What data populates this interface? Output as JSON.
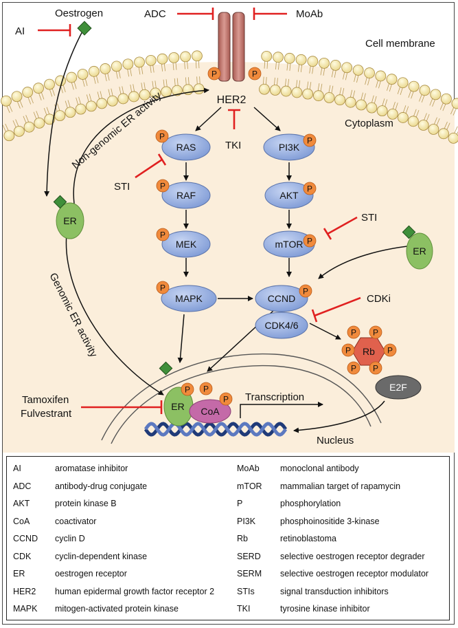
{
  "labels": {
    "oestrogen": "Oestrogen",
    "ai": "AI",
    "adc": "ADC",
    "moab": "MoAb",
    "cell_membrane": "Cell membrane",
    "cytoplasm": "Cytoplasm",
    "her2": "HER2",
    "tki": "TKI",
    "sti": "STI",
    "non_genomic": "Non-genomic ER activity",
    "genomic": "Genomic ER activity",
    "cdki": "CDKi",
    "tamoxifen": "Tamoxifen",
    "fulvestrant": "Fulvestrant",
    "transcription": "Transcription",
    "nucleus": "Nucleus",
    "p": "P"
  },
  "nodes": {
    "ras": "RAS",
    "raf": "RAF",
    "mek": "MEK",
    "mapk": "MAPK",
    "pi3k": "PI3K",
    "akt": "AKT",
    "mtor": "mTOR",
    "ccnd": "CCND",
    "cdk46": "CDK4/6",
    "er": "ER",
    "coa": "CoA",
    "rb": "Rb",
    "e2f": "E2F"
  },
  "legend": {
    "left": [
      {
        "abbr": "AI",
        "def": "aromatase inhibitor"
      },
      {
        "abbr": "ADC",
        "def": "antibody-drug conjugate"
      },
      {
        "abbr": "AKT",
        "def": "protein kinase B"
      },
      {
        "abbr": "CoA",
        "def": "coactivator"
      },
      {
        "abbr": "CCND",
        "def": "cyclin D"
      },
      {
        "abbr": "CDK",
        "def": "cyclin-dependent kinase"
      },
      {
        "abbr": "ER",
        "def": "oestrogen receptor"
      },
      {
        "abbr": "HER2",
        "def": "human epidermal growth factor receptor 2"
      },
      {
        "abbr": "MAPK",
        "def": "mitogen-activated protein kinase"
      }
    ],
    "right": [
      {
        "abbr": "MoAb",
        "def": "monoclonal antibody"
      },
      {
        "abbr": "mTOR",
        "def": "mammalian target of rapamycin"
      },
      {
        "abbr": "P",
        "def": "phosphorylation"
      },
      {
        "abbr": "PI3K",
        "def": "phosphoinositide 3-kinase"
      },
      {
        "abbr": "Rb",
        "def": "retinoblastoma"
      },
      {
        "abbr": "SERD",
        "def": "selective oestrogen receptor degrader"
      },
      {
        "abbr": "SERM",
        "def": "selective oestrogen receptor modulator"
      },
      {
        "abbr": "STIs",
        "def": "signal transduction inhibitors"
      },
      {
        "abbr": "TKI",
        "def": "tyrosine kinase inhibitor"
      }
    ]
  },
  "colors": {
    "cytoplasm": "#fbeedb",
    "lipid_head": "#f5e6a3",
    "node_blue": "#8ea7dc",
    "phospho": "#f08a3c",
    "inhibitor": "#e02020",
    "er_green": "#8cc063",
    "diamond": "#3f8f3a",
    "coa": "#c46aa8",
    "rb": "#e0614d",
    "e2f": "#6a6a6a",
    "her2": "#c97a72"
  }
}
